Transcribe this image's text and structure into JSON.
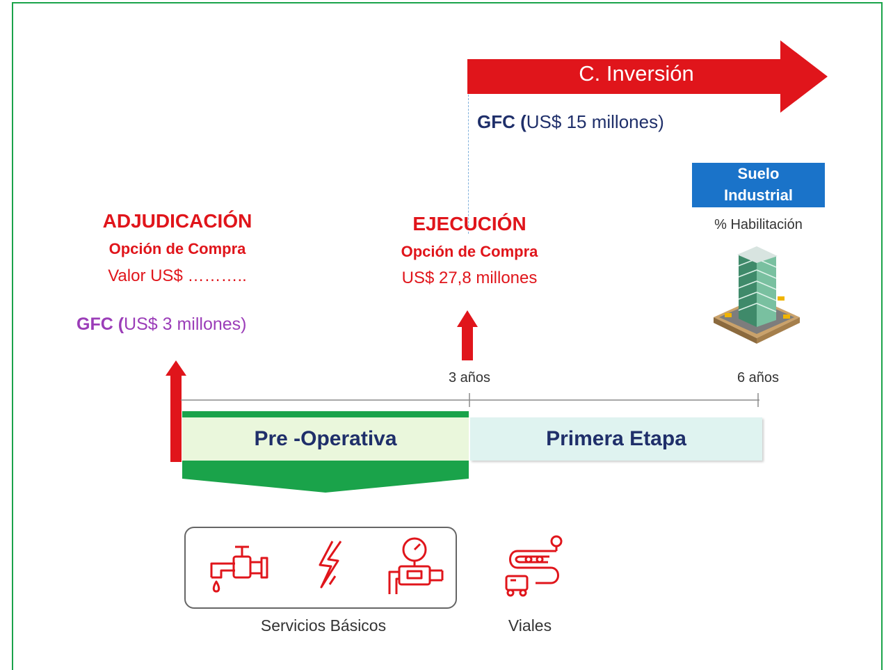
{
  "colors": {
    "frame": "#1aa34a",
    "accent_red": "#e0151b",
    "navy": "#1f2f6a",
    "purple": "#9b3db8",
    "blue": "#1a73c9",
    "green": "#1aa34a"
  },
  "investment": {
    "label": "C. Inversión",
    "gfc_bold": "GFC (",
    "gfc_rest": "US$ 15 millones)"
  },
  "suelo": {
    "title_line1": "Suelo",
    "title_line2": "Industrial",
    "habilitacion": "% Habilitación"
  },
  "adjudicacion": {
    "title": "ADJUDICACIÓN",
    "opcion": "Opción de Compra",
    "valor": "Valor US$ ………..",
    "gfc_bold": "GFC (",
    "gfc_rest": "US$ 3 millones)"
  },
  "ejecucion": {
    "title": "EJECUCIÓN",
    "opcion": "Opción de Compra",
    "valor": "US$ 27,8 millones"
  },
  "timeline": {
    "mark_3": "3 años",
    "mark_6": "6 años"
  },
  "stages": {
    "pre": "Pre -Operativa",
    "primera": "Primera Etapa"
  },
  "services": {
    "label": "Servicios Básicos",
    "icons": [
      "water-tap-icon",
      "lightning-icon",
      "gas-meter-icon"
    ],
    "viales_label": "Viales",
    "viales_icon": "road-icon"
  }
}
